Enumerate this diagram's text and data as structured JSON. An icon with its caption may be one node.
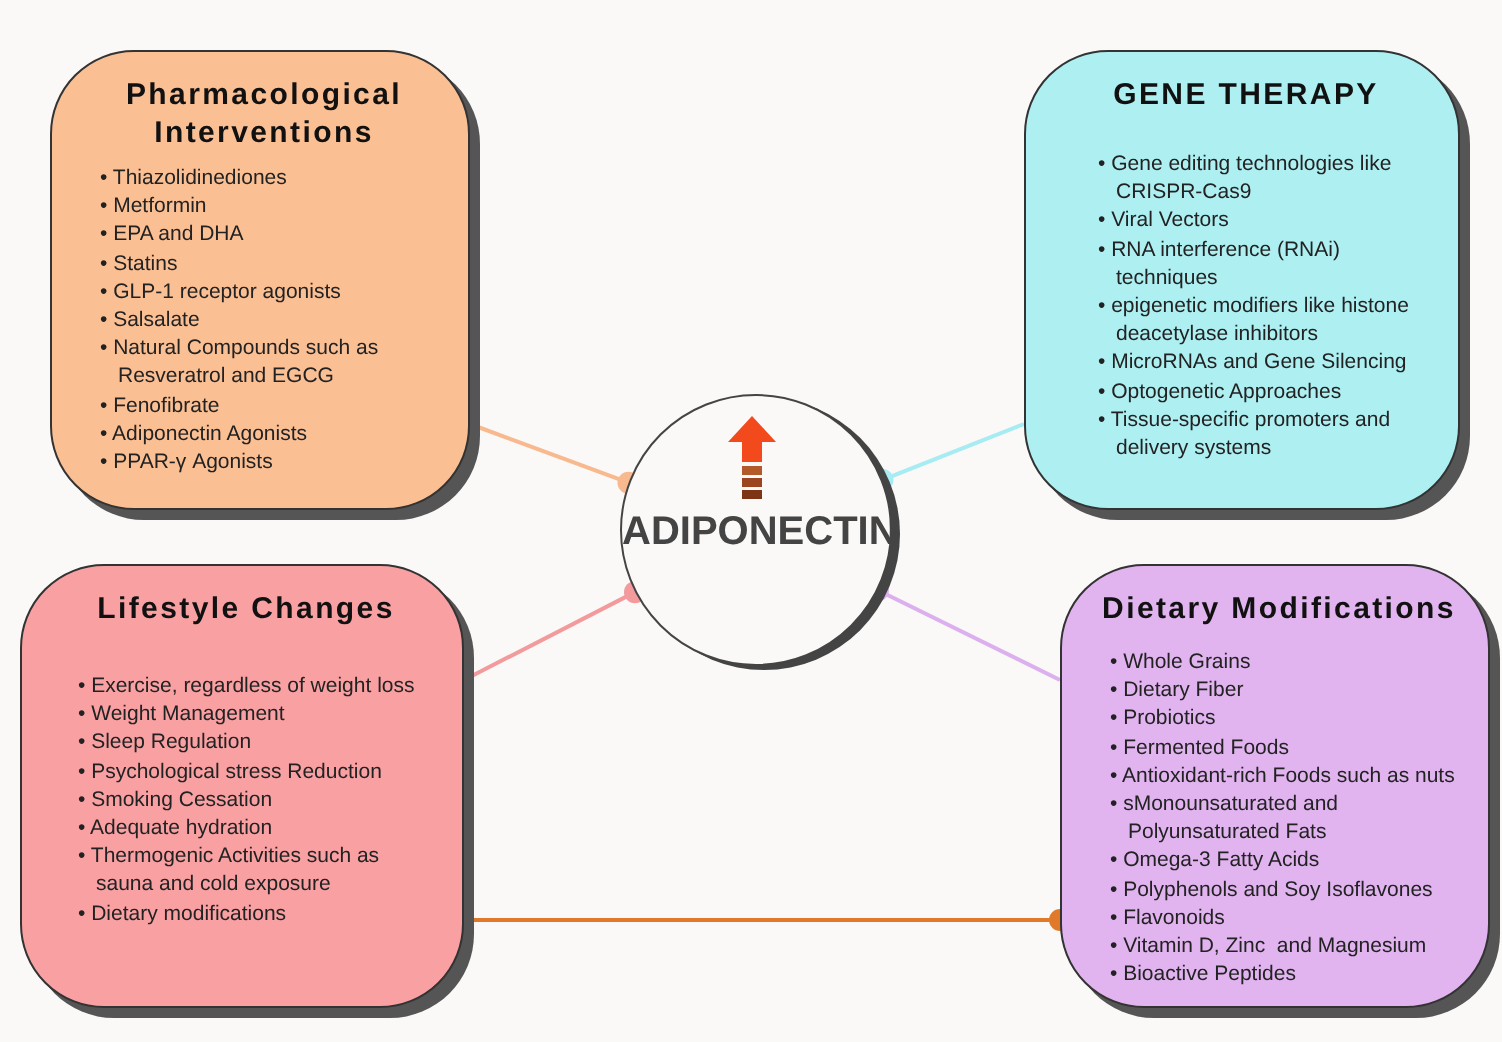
{
  "diagram": {
    "nodes": [
      {
        "text": [
          "Pharmacological Interventions",
          "• Thiazolidinediones",
          "• Metformin",
          "• EPA and DHA",
          "• Statins",
          "• GLP-1 receptor agonists",
          "• Salsalate",
          "• Natural Compounds such as Resveratrol and EGCG",
          "• Fenofibrate",
          "• Adiponectin Agonists",
          "• PPAR-γ Agonists"
        ]
      },
      {
        "text": [
          "GENE THERAPY",
          "• Gene editing technologies like CRISPR-Cas9",
          "• Viral Vectors",
          "• RNA interference (RNAi) techniques",
          "• epigenetic modifiers like histone deacetylase inhibitors",
          "• MicroRNAs and Gene Silencing",
          "• Optogenetic Approaches",
          "• Tissue-specific promoters and delivery systems"
        ]
      },
      {
        "text": [
          "ADIPONECTIN"
        ]
      },
      {
        "text": [
          "Lifestyle Changes",
          "• Exercise, regardless of weight loss",
          "• Weight Management",
          "• Sleep Regulation",
          "• Psychological stress Reduction",
          "• Smoking Cessation",
          "• Adequate hydration",
          "• Thermogenic Activities such as sauna and cold exposure",
          "• Dietary modifications"
        ]
      },
      {
        "text": [
          "Dietary Modifications",
          "• Whole Grains",
          "• Dietary Fiber",
          "• Probiotics",
          "• Fermented Foods",
          "• Antioxidant-rich Foods such as nuts",
          "• sMonounsaturated and Polyunsaturated Fats",
          "• Omega-3 Fatty Acids",
          "• Polyphenols and Soy Isoflavones",
          "• Flavonoids",
          "• Vitamin D, Zinc  and Magnesium",
          "• Bioactive Peptides"
        ]
      }
    ],
    "edges": [
      {
        "from": 0,
        "to": 2,
        "arrow": "other",
        "color": "#f9b98e"
      },
      {
        "from": 1,
        "to": 2,
        "arrow": "other",
        "color": "#a6ecf2"
      },
      {
        "from": 3,
        "to": 2,
        "arrow": "other",
        "color": "#f29a9c"
      },
      {
        "from": 4,
        "to": 2,
        "arrow": "other",
        "color": "#dcb0ee"
      },
      {
        "from": 3,
        "to": 4,
        "arrow": "other",
        "color": "#e07a2a"
      }
    ]
  }
}
